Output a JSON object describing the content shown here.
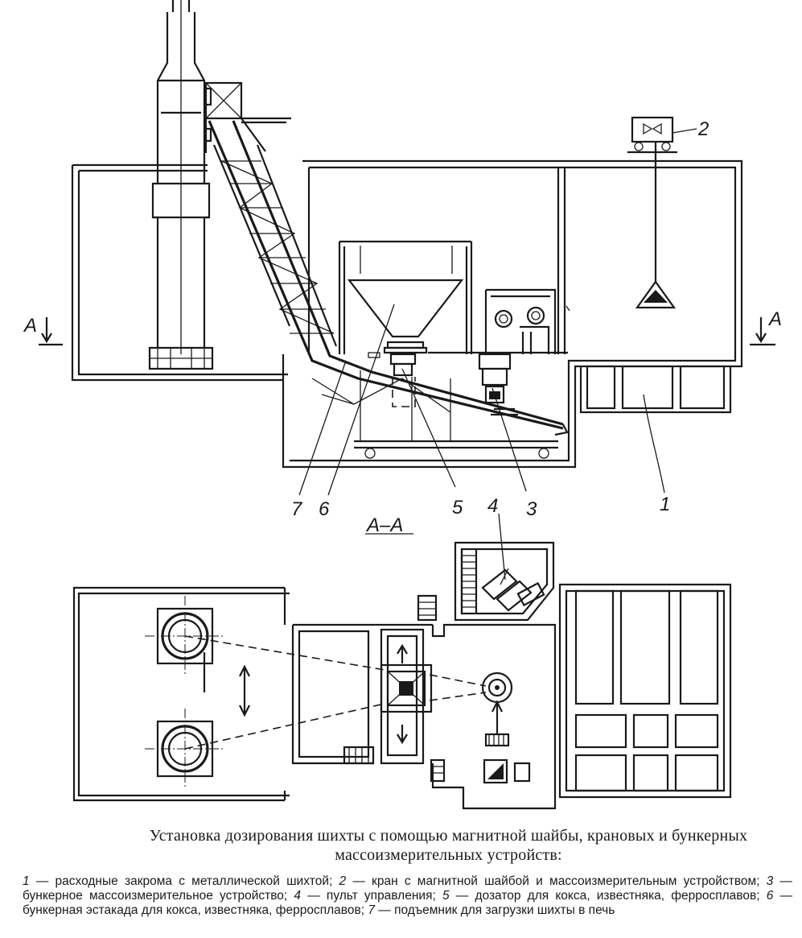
{
  "labels": {
    "l1": "1",
    "l2": "2",
    "l3": "3",
    "l4": "4",
    "l5": "5",
    "l6": "6",
    "l7": "7",
    "section_left": "А",
    "section_right": "А",
    "section_title": "А–А"
  },
  "caption": {
    "title": "Установка дозирования шихты с помощью магнитной шайбы, крановых и бункерных массоизмерительных устройств:",
    "legend": [
      {
        "num": "1",
        "text": " — расходные закрома с металлической шихтой; "
      },
      {
        "num": "2",
        "text": " — кран с магнитной шайбой и массоизмерительным устройством; "
      },
      {
        "num": "3",
        "text": " — бункерное массоизмерительное устройство; "
      },
      {
        "num": "4",
        "text": " — пульт управления; "
      },
      {
        "num": "5",
        "text": " — дозатор для кокса, известняка, ферросплавов; "
      },
      {
        "num": "6",
        "text": " — бункерная эстакада для кокса, известняка, ферросплавов; "
      },
      {
        "num": "7",
        "text": " — подъемник для загрузки шихты в печь"
      }
    ]
  }
}
